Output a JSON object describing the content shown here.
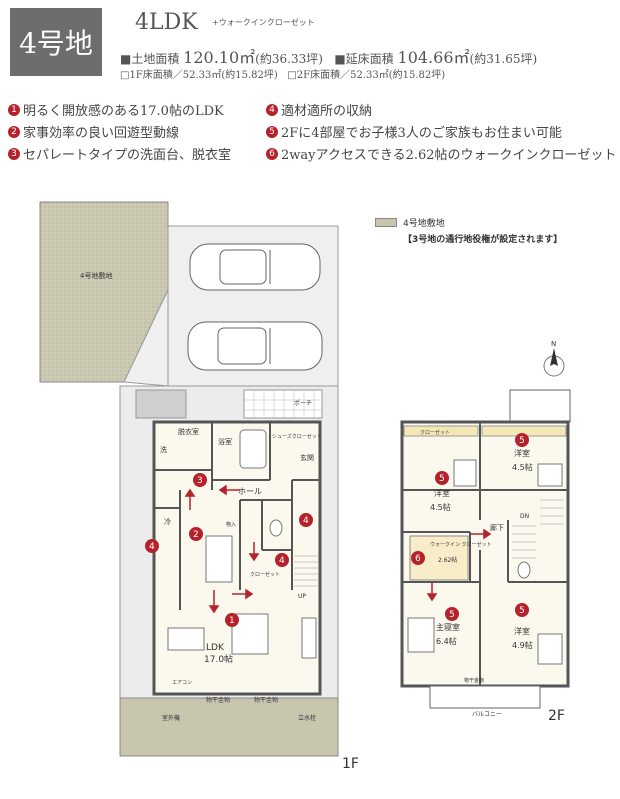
{
  "header": {
    "lot_label": "4号地",
    "plan_type": "4LDK",
    "plan_suffix": "+ウォークインクローゼット",
    "land_area_label": "■土地面積",
    "land_area_value": "120.10㎡",
    "land_area_tsubo": "(約36.33坪)",
    "floor_area_label": "■延床面積",
    "floor_area_value": "104.66㎡",
    "floor_area_tsubo": "(約31.65坪)",
    "floor1_area": "□1F床面積／52.33㎡(約15.82坪)",
    "floor2_area": "□2F床面積／52.33㎡(約15.82坪)"
  },
  "features": [
    {
      "num": "1",
      "text": "明るく開放感のある17.0帖のLDK"
    },
    {
      "num": "2",
      "text": "家事効率の良い回遊型動線"
    },
    {
      "num": "3",
      "text": "セパレートタイプの洗面台、脱衣室"
    },
    {
      "num": "4",
      "text": "適材適所の収納"
    },
    {
      "num": "5",
      "text": "2Fに4部屋でお子様3人のご家族もお住まい可能"
    },
    {
      "num": "6",
      "text": "2wayアクセスできる2.62帖のウォークインクローゼット"
    }
  ],
  "legend": {
    "name": "4号地敷地",
    "note": "【3号地の通行地役権が設定されます】"
  },
  "floor1": {
    "label": "1F",
    "lot_text": "4号地敷地",
    "ldk_name": "LDK",
    "ldk_size": "17.0帖",
    "hall": "ホール",
    "bath": "浴室",
    "dressing": "脱衣室",
    "porch": "ポーチ",
    "entrance": "玄関",
    "shoe_closet": "シューズクローゼット",
    "wash": "洗",
    "fridge": "冷",
    "pantry": "物入",
    "outdoor_unit": "室外機",
    "rack1": "物干金物",
    "rack2": "物干金物",
    "faucet": "立水栓",
    "aircon": "エアコン",
    "up": "UP",
    "closet": "クローゼット"
  },
  "floor2": {
    "label": "2F",
    "room1_name": "洋室",
    "room1_size": "4.5帖",
    "room2_name": "洋室",
    "room2_size": "4.5帖",
    "master_name": "主寝室",
    "master_size": "6.4帖",
    "room4_name": "洋室",
    "room4_size": "4.9帖",
    "hall": "廊下",
    "wic_name": "ウォークイン クローゼット",
    "wic_size": "2.62帖",
    "balcony": "バルコニー",
    "closet": "クローゼット",
    "dn": "DN",
    "rack": "物干金物"
  },
  "markers_floor1": [
    "1",
    "2",
    "3",
    "4",
    "4",
    "4"
  ],
  "markers_floor2": [
    "5",
    "5",
    "5",
    "5",
    "6"
  ],
  "colors": {
    "marker": "#b5222c",
    "lot_fill": "#c9c6b0",
    "badge": "#6d6d6d"
  }
}
